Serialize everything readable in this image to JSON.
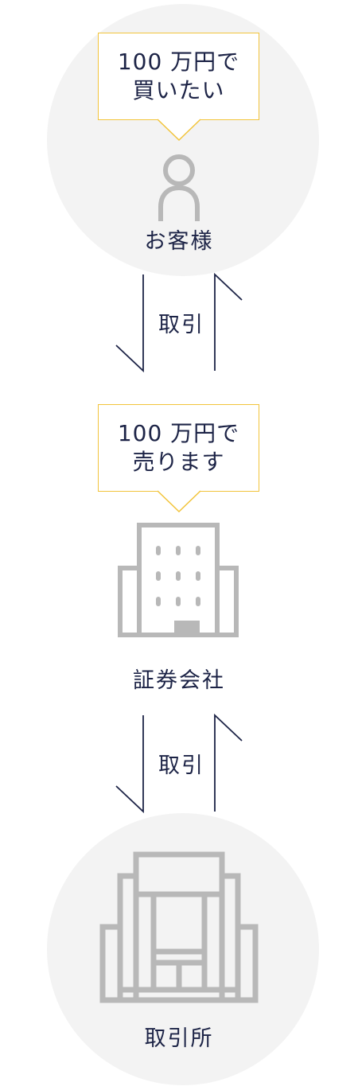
{
  "nodes": [
    {
      "name": "customer",
      "label": "お客様",
      "speech": [
        "100 万円で",
        "買いたい"
      ],
      "icon": "person-icon"
    },
    {
      "name": "securities-company",
      "label": "証券会社",
      "speech": [
        "100 万円で",
        "売ります"
      ],
      "icon": "building-icon"
    },
    {
      "name": "exchange",
      "label": "取引所",
      "icon": "exchange-building-icon"
    }
  ],
  "trades": [
    {
      "label": "取引"
    },
    {
      "label": "取引"
    }
  ],
  "colors": {
    "text": "#1c2346",
    "bubble_border": "#f2c43b",
    "circle_bg": "#f3f3f3",
    "icon": "#b8b8b8",
    "arrow": "#1c2346"
  }
}
